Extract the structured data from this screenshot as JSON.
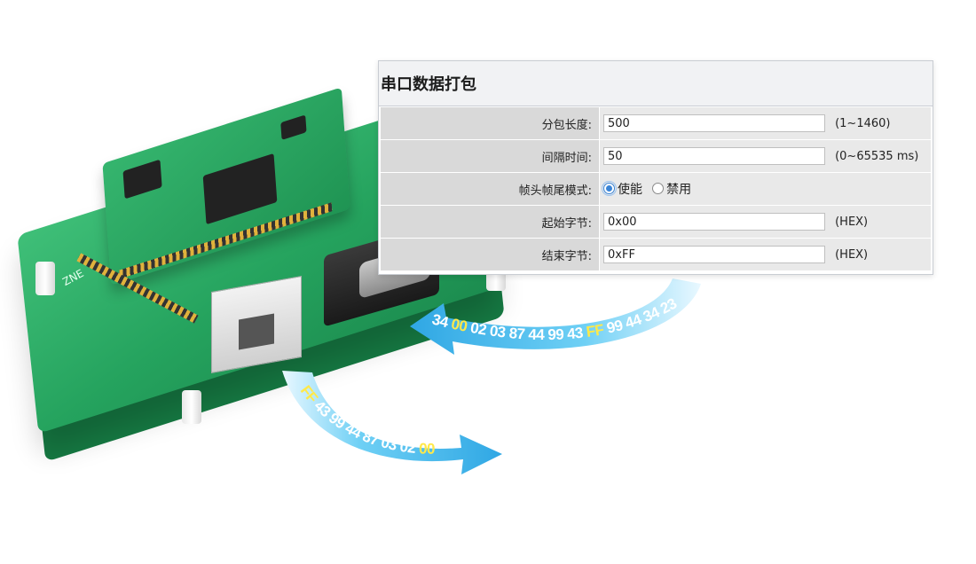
{
  "panel": {
    "title": "串口数据打包",
    "rows": {
      "packet_length": {
        "label": "分包长度:",
        "value": "500",
        "hint": "(1~1460)"
      },
      "interval": {
        "label": "间隔时间:",
        "value": "50",
        "hint": "(0~65535  ms)"
      },
      "frame_mode": {
        "label": "帧头帧尾模式:",
        "options": [
          {
            "label": "使能",
            "checked": true
          },
          {
            "label": "禁用",
            "checked": false
          }
        ]
      },
      "start_byte": {
        "label": "起始字节:",
        "value": "0x00",
        "hint": "(HEX)"
      },
      "end_byte": {
        "label": "结束字节:",
        "value": "0xFF",
        "hint": "(HEX)"
      }
    }
  },
  "arrows": {
    "incoming": {
      "bytes": [
        "34",
        "00",
        "02",
        "03",
        "87",
        "44",
        "99",
        "43",
        "FF",
        "99",
        "44",
        "34",
        "23"
      ],
      "highlight": [
        "00",
        "FF"
      ]
    },
    "outgoing": {
      "bytes": [
        "FF",
        "43",
        "99",
        "44",
        "87",
        "03",
        "02",
        "00"
      ],
      "highlight": [
        "FF",
        "00"
      ]
    }
  },
  "board": {
    "silkscreen": "ZNE"
  },
  "colors": {
    "arrow_blue": "#5ec8f2",
    "highlight_yellow": "#ffe94a",
    "label_bg": "#d9d9d9",
    "value_bg": "#e9e9e9"
  }
}
